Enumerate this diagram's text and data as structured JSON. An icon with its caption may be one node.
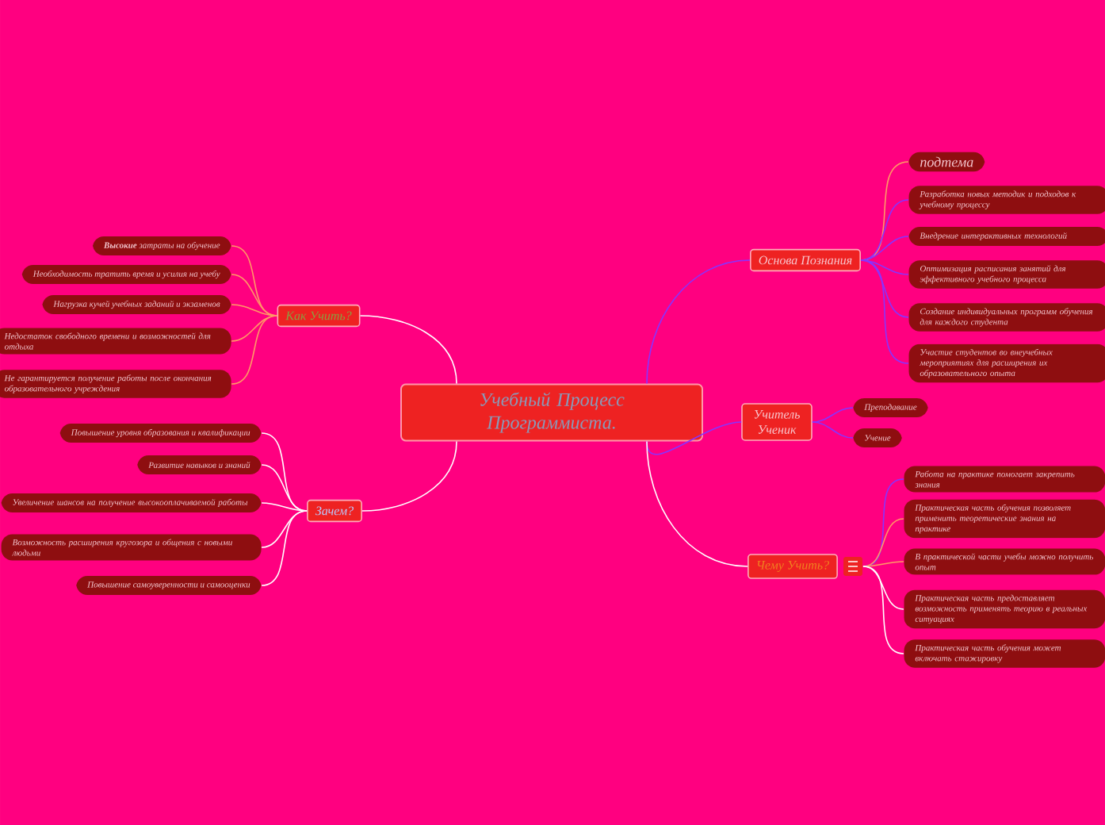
{
  "diagram": {
    "nodes": [
      {
        "text": [
          "Учебный Процесс Программиста."
        ]
      },
      {
        "text": [
          "Как Учить?"
        ]
      },
      {
        "text": [
          "**Высокие** затраты на обучение"
        ]
      },
      {
        "text": [
          "Необходимость тратить время и усилия на учебу"
        ]
      },
      {
        "text": [
          "Нагрузка кучей учебных заданий и экзаменов"
        ]
      },
      {
        "text": [
          "Недостаток свободного времени и возможностей для отдыха"
        ]
      },
      {
        "text": [
          "Не гарантируется получение работы после окончания образовательного учреждения"
        ]
      },
      {
        "text": [
          "Зачем?"
        ]
      },
      {
        "text": [
          "Повышение уровня образования и квалификации"
        ]
      },
      {
        "text": [
          "Развитие навыков и знаний"
        ]
      },
      {
        "text": [
          "Увеличение шансов на получение высокооплачиваемой работы"
        ]
      },
      {
        "text": [
          "Возможность расширения кругозора и общения с новыми людьми"
        ]
      },
      {
        "text": [
          "Повышение самоуверенности и самооценки"
        ]
      },
      {
        "text": [
          "Основа Познания"
        ]
      },
      {
        "text": [
          "подтема"
        ]
      },
      {
        "text": [
          "Разработка новых методик и подходов к учебному процессу"
        ]
      },
      {
        "text": [
          "Внедрение интерактивных технологий"
        ]
      },
      {
        "text": [
          "Оптимизация расписания занятий для эффективного учебного процесса"
        ]
      },
      {
        "text": [
          "Создание индивидуальных программ обучения для каждого студента"
        ]
      },
      {
        "text": [
          "Участие студентов во внеучебных мероприятиях для расширения их образовательного опыта"
        ]
      },
      {
        "text": [
          "Учитель Ученик"
        ]
      },
      {
        "text": [
          "Преподавание"
        ]
      },
      {
        "text": [
          "Учение"
        ]
      },
      {
        "text": [
          "Чему Учить?"
        ]
      },
      {
        "text": [
          "Работа на практике помогает закрепить знания"
        ]
      },
      {
        "text": [
          "Практическая часть обучения позволяет применить теоретические знания на практике"
        ]
      },
      {
        "text": [
          "В практической части учебы можно получить опыт"
        ]
      },
      {
        "text": [
          "Практическая часть предоставляет возможность применять теорию в реальных ситуациях"
        ]
      },
      {
        "text": [
          "Практическая часть обучения может включать стажировку"
        ]
      }
    ],
    "edges": [
      {
        "from": 0,
        "to": 1,
        "arrow": "none",
        "color": "#ffffff"
      },
      {
        "from": 1,
        "to": 2,
        "arrow": "none",
        "color": "#ff9966"
      },
      {
        "from": 1,
        "to": 3,
        "arrow": "none",
        "color": "#ff9966"
      },
      {
        "from": 1,
        "to": 4,
        "arrow": "none",
        "color": "#ff9966"
      },
      {
        "from": 1,
        "to": 5,
        "arrow": "none",
        "color": "#ff9966"
      },
      {
        "from": 1,
        "to": 6,
        "arrow": "none",
        "color": "#ff9966"
      },
      {
        "from": 0,
        "to": 7,
        "arrow": "none",
        "color": "#ffffff"
      },
      {
        "from": 7,
        "to": 8,
        "arrow": "none",
        "color": "#ffffff"
      },
      {
        "from": 7,
        "to": 9,
        "arrow": "none",
        "color": "#ffffff"
      },
      {
        "from": 7,
        "to": 10,
        "arrow": "none",
        "color": "#ffffff"
      },
      {
        "from": 7,
        "to": 11,
        "arrow": "none",
        "color": "#ffffff"
      },
      {
        "from": 7,
        "to": 12,
        "arrow": "none",
        "color": "#ffffff"
      },
      {
        "from": 0,
        "to": 13,
        "arrow": "none",
        "color": "#8833ff"
      },
      {
        "from": 13,
        "to": 14,
        "arrow": "none",
        "color": "#ff9966"
      },
      {
        "from": 13,
        "to": 15,
        "arrow": "none",
        "color": "#8833ff"
      },
      {
        "from": 13,
        "to": 16,
        "arrow": "none",
        "color": "#8833ff"
      },
      {
        "from": 13,
        "to": 17,
        "arrow": "none",
        "color": "#8833ff"
      },
      {
        "from": 13,
        "to": 18,
        "arrow": "none",
        "color": "#8833ff"
      },
      {
        "from": 13,
        "to": 19,
        "arrow": "none",
        "color": "#8833ff"
      },
      {
        "from": 0,
        "to": 20,
        "arrow": "none",
        "color": "#8833ff"
      },
      {
        "from": 20,
        "to": 21,
        "arrow": "none",
        "color": "#8833ff"
      },
      {
        "from": 20,
        "to": 22,
        "arrow": "none",
        "color": "#8833ff"
      },
      {
        "from": 0,
        "to": 23,
        "arrow": "none",
        "color": "#ffffff"
      },
      {
        "from": 23,
        "to": 24,
        "arrow": "none",
        "color": "#8833ff"
      },
      {
        "from": 23,
        "to": 25,
        "arrow": "none",
        "color": "#ff9966"
      },
      {
        "from": 23,
        "to": 26,
        "arrow": "none",
        "color": "#ff9966"
      },
      {
        "from": 23,
        "to": 27,
        "arrow": "none",
        "color": "#ffffff"
      },
      {
        "from": 23,
        "to": 28,
        "arrow": "none",
        "color": "#ffffff"
      }
    ]
  }
}
